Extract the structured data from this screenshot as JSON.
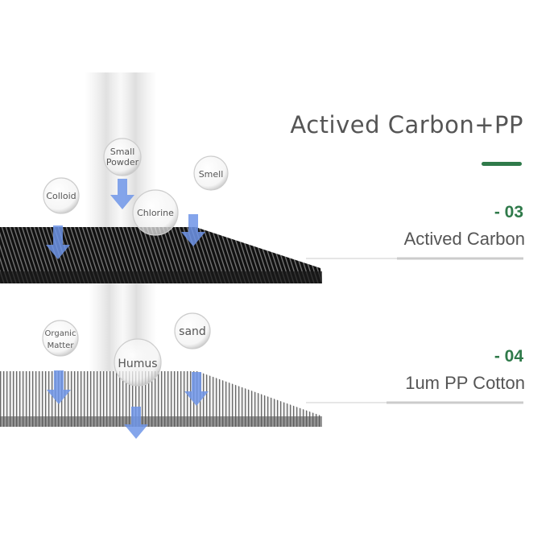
{
  "title": "Actived Carbon+PP",
  "accent_color": "#2f7a4a",
  "arrow_color": "#6f95e8",
  "layers": [
    {
      "number": "- 03",
      "name": "Actived Carbon",
      "particles": [
        "Colloid",
        "Small Powder",
        "Smell",
        "Chlorine"
      ]
    },
    {
      "number": "- 04",
      "name": "1um PP Cotton",
      "particles": [
        "Organic Matter",
        "sand",
        "Humus"
      ]
    }
  ]
}
